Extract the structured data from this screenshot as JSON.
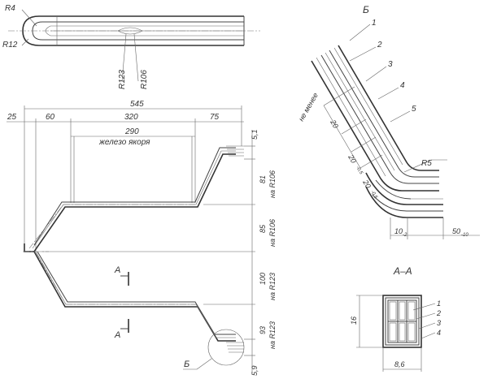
{
  "top_view": {
    "r_small": "R4",
    "r_large": "R12",
    "r123": "R123",
    "r106": "R106"
  },
  "main_view": {
    "d_545": "545",
    "d_25": "25",
    "d_60": "60",
    "d_320": "320",
    "d_75": "75",
    "d_290": "290",
    "iron_label": "железо якоря",
    "d_5_1": "5,1",
    "d_81": "81",
    "na_r106_1": "на R106",
    "d_85": "85",
    "na_r106_2": "на R106",
    "d_100": "100",
    "na_r123_1": "на R123",
    "d_93": "93",
    "na_r123_2": "на R123",
    "d_5_9": "5,9",
    "section_a_top": "А",
    "section_a_bottom": "А",
    "callout_b": "Б"
  },
  "detail_b": {
    "title": "Б",
    "items": [
      "1",
      "2",
      "3",
      "4",
      "5"
    ],
    "ne_menee": "не менее",
    "d_20_a": "20",
    "d_20_b": "20",
    "d_20_c": "20",
    "tol": "-0,5",
    "r5": "R5",
    "d_10": "10",
    "tol_10": "-2",
    "d_50": "50",
    "tol_50": "-10"
  },
  "section_aa": {
    "title": "А–А",
    "items": [
      "1",
      "2",
      "3",
      "4"
    ],
    "d_16": "16",
    "d_8_6": "8,6"
  }
}
